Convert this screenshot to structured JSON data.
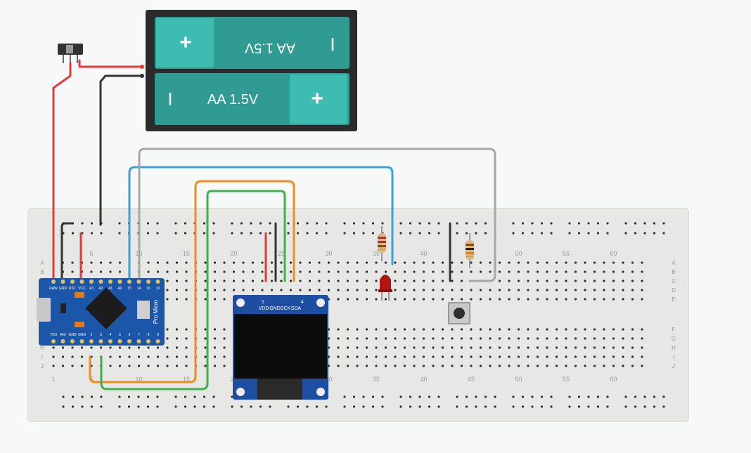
{
  "battery": {
    "cell_top_label": "AA 1.5V",
    "cell_bottom_label": "AA 1.5V",
    "plus": "+",
    "minus": "I"
  },
  "breadboard": {
    "column_numbers": [
      "1",
      "5",
      "10",
      "15",
      "20",
      "25",
      "30",
      "35",
      "40",
      "45",
      "50",
      "55",
      "60"
    ],
    "row_letters_top": [
      "A",
      "B",
      "C",
      "D",
      "E"
    ],
    "row_letters_bottom": [
      "F",
      "G",
      "H",
      "I",
      "J"
    ]
  },
  "pro_micro": {
    "name": "Pro Micro",
    "top_pins": [
      "RAW",
      "GND",
      "RST",
      "VCC",
      "A3",
      "A2",
      "A1",
      "A0",
      "15",
      "14",
      "16",
      "10"
    ],
    "bottom_pins": [
      "TXO",
      "RXI",
      "GND",
      "GND",
      "2",
      "3",
      "4",
      "5",
      "6",
      "7",
      "8",
      "9"
    ]
  },
  "oled": {
    "pins": [
      "VDD",
      "GND",
      "SCK",
      "SDA"
    ],
    "pin1": "1",
    "pin4": "4"
  },
  "colors": {
    "red_wire": "#e23b3b",
    "black_wire": "#333333",
    "blue_wire": "#3aa2d8",
    "gray_wire": "#a7a7a7",
    "orange_wire": "#ef8d22",
    "green_wire": "#41b04a",
    "battery_teal": "#2f9b93",
    "pcb_blue": "#1c56a8"
  }
}
